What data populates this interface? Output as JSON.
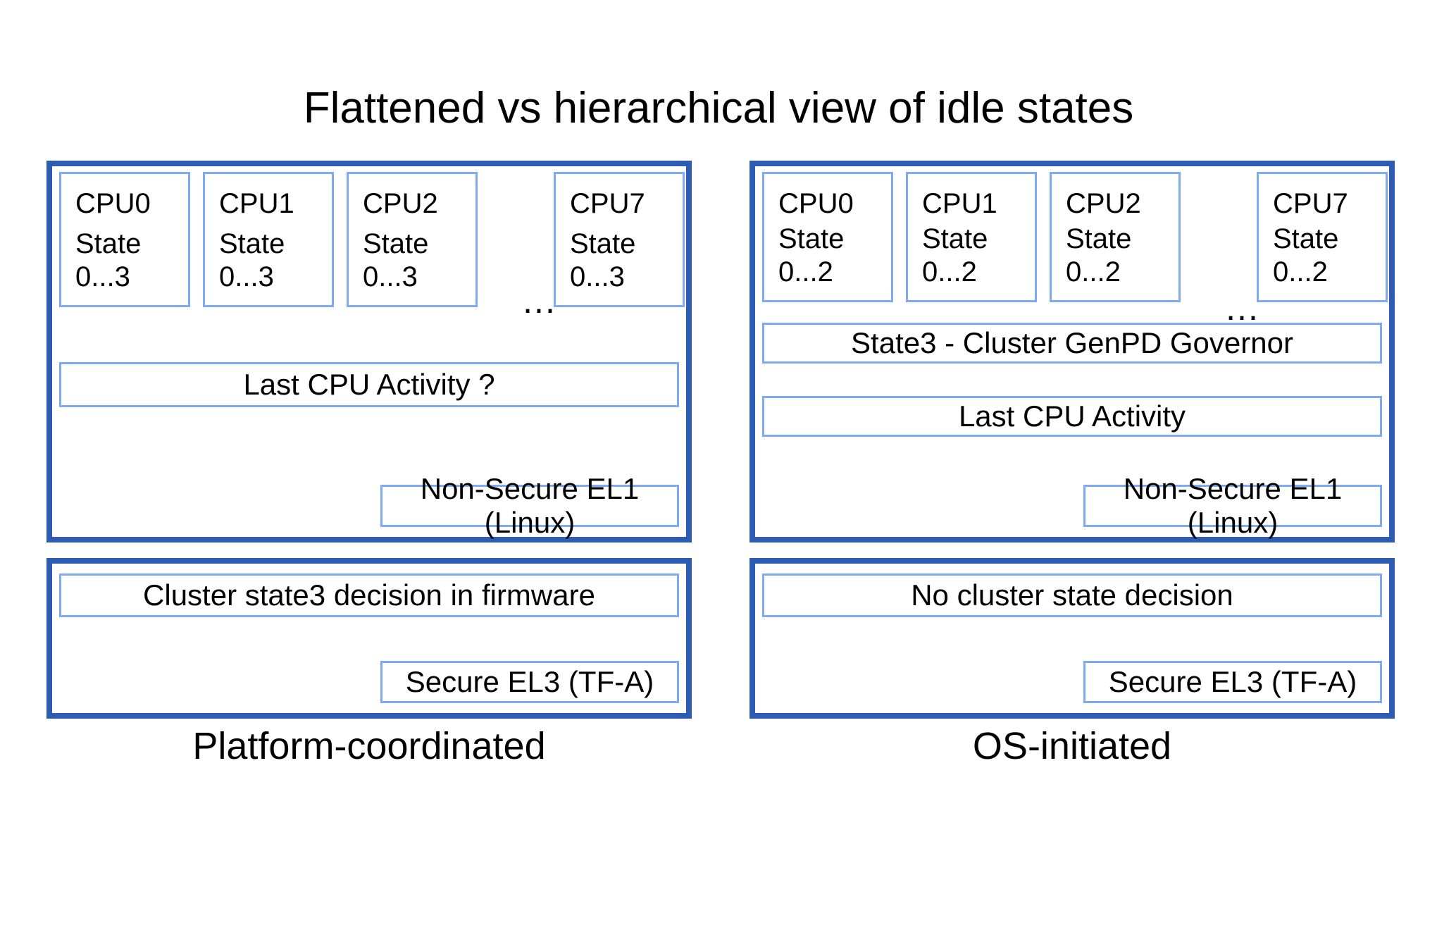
{
  "title": "Flattened vs hierarchical view of idle states",
  "colors": {
    "outer_border": "#2E5CB3",
    "inner_border": "#7FA9F0",
    "text": "#000000",
    "background": "#FFFFFF"
  },
  "panels": [
    {
      "label": "Platform-coordinated",
      "cpus": [
        {
          "name": "CPU0",
          "state_label": "State",
          "state_range": "0...3"
        },
        {
          "name": "CPU1",
          "state_label": "State",
          "state_range": "0...3"
        },
        {
          "name": "CPU2",
          "state_label": "State",
          "state_range": "0...3"
        },
        {
          "name": "CPU7",
          "state_label": "State",
          "state_range": "0...3"
        }
      ],
      "ellipsis": "...",
      "activity_box": "Last CPU Activity ?",
      "el1_box": "Non-Secure EL1 (Linux)",
      "cluster_box": "Cluster state3 decision in firmware",
      "el3_box": "Secure EL3 (TF-A)"
    },
    {
      "label": "OS-initiated",
      "cpus": [
        {
          "name": "CPU0",
          "state_label": "State",
          "state_range": "0...2"
        },
        {
          "name": "CPU1",
          "state_label": "State",
          "state_range": "0...2"
        },
        {
          "name": "CPU2",
          "state_label": "State",
          "state_range": "0...2"
        },
        {
          "name": "CPU7",
          "state_label": "State",
          "state_range": "0...2"
        }
      ],
      "ellipsis": "...",
      "governor_box": "State3 - Cluster GenPD Governor",
      "activity_box": "Last CPU Activity",
      "el1_box": "Non-Secure EL1 (Linux)",
      "cluster_box": "No cluster state decision",
      "el3_box": "Secure EL3 (TF-A)"
    }
  ]
}
